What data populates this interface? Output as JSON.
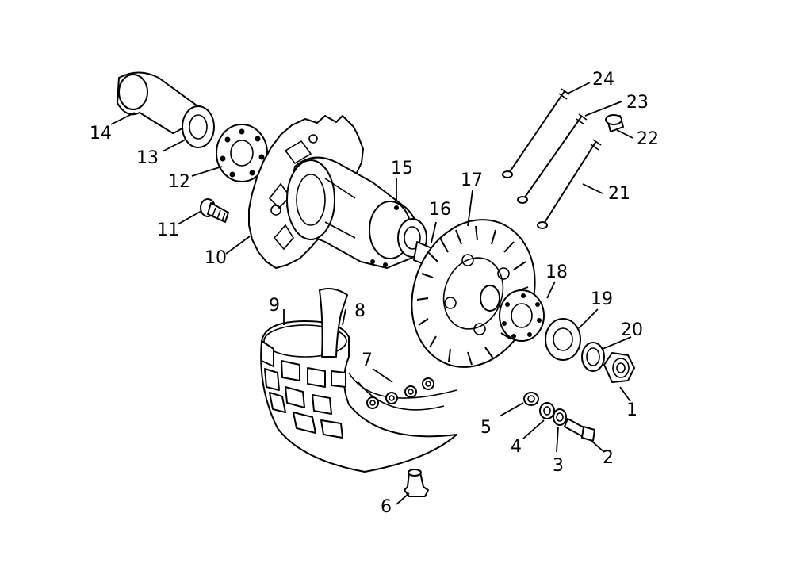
{
  "callouts": [
    {
      "id": "1",
      "label": "1"
    },
    {
      "id": "2",
      "label": "2"
    },
    {
      "id": "3",
      "label": "3"
    },
    {
      "id": "4",
      "label": "4"
    },
    {
      "id": "5",
      "label": "5"
    },
    {
      "id": "6",
      "label": "6"
    },
    {
      "id": "7",
      "label": "7"
    },
    {
      "id": "8",
      "label": "8"
    },
    {
      "id": "9",
      "label": "9"
    },
    {
      "id": "10",
      "label": "10"
    },
    {
      "id": "11",
      "label": "11"
    },
    {
      "id": "12",
      "label": "12"
    },
    {
      "id": "13",
      "label": "13"
    },
    {
      "id": "14",
      "label": "14"
    },
    {
      "id": "15",
      "label": "15"
    },
    {
      "id": "16",
      "label": "16"
    },
    {
      "id": "17",
      "label": "17"
    },
    {
      "id": "18",
      "label": "18"
    },
    {
      "id": "19",
      "label": "19"
    },
    {
      "id": "20",
      "label": "20"
    },
    {
      "id": "21",
      "label": "21"
    },
    {
      "id": "22",
      "label": "22"
    },
    {
      "id": "23",
      "label": "23"
    },
    {
      "id": "24",
      "label": "24"
    }
  ],
  "colors": {
    "line": "#000000",
    "background": "#ffffff"
  }
}
